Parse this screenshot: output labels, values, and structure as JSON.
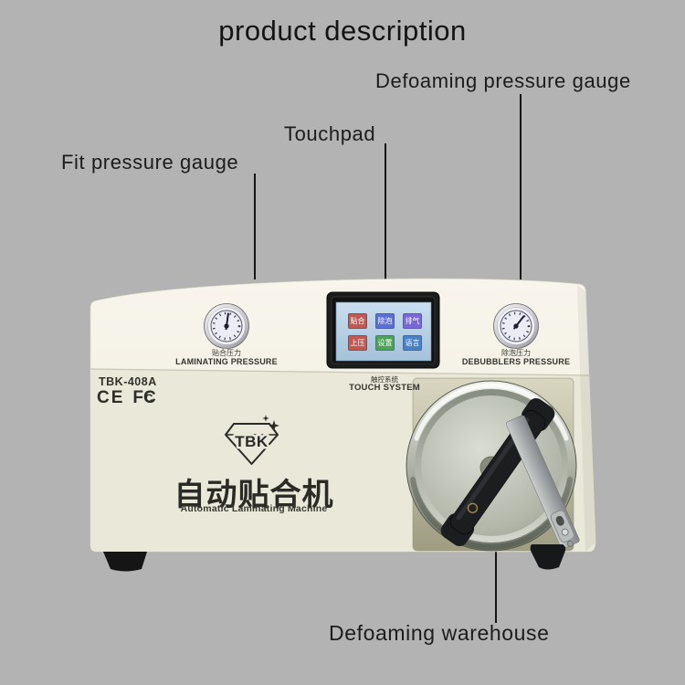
{
  "page": {
    "title": "product description",
    "background_color": "#b3b3b3"
  },
  "callouts": [
    {
      "id": "defoaming-pressure-gauge",
      "label": "Defoaming pressure gauge"
    },
    {
      "id": "touchpad",
      "label": "Touchpad"
    },
    {
      "id": "fit-pressure-gauge",
      "label": "Fit pressure gauge"
    },
    {
      "id": "defoaming-warehouse",
      "label": "Defoaming warehouse"
    }
  ],
  "machine": {
    "model": "TBK-408A",
    "brand": "TBK",
    "name_cn": "自动贴合机",
    "name_en": "Automatic Laminating Machine",
    "certifications": {
      "ce": "CE",
      "fcc_outer": "FC",
      "fcc_inner": "C"
    },
    "left_gauge": {
      "label_cn": "贴合压力",
      "label_en": "LAMINATING PRESSURE"
    },
    "right_gauge": {
      "label_cn": "除泡压力",
      "label_en": "DEBUBBLERS PRESSURE"
    },
    "touch": {
      "label_cn": "触控系统",
      "label_en": "TOUCH SYSTEM",
      "buttons": [
        {
          "label": "贴合",
          "color": "#bf5a52"
        },
        {
          "label": "除泡",
          "color": "#5b6fd6"
        },
        {
          "label": "排气",
          "color": "#7a67d9"
        },
        {
          "label": "上压",
          "color": "#bf5a52"
        },
        {
          "label": "设置",
          "color": "#4fa05a"
        },
        {
          "label": "语言",
          "color": "#4a80c4"
        }
      ]
    }
  },
  "colors": {
    "body_cream": "#f3f0e5",
    "front_face": "#eae8d9",
    "chamber_bay": "#a8a78c",
    "lid_metal": "#b4b9ac",
    "handle_black": "#1b1d1f",
    "lever_gray": "#a5a9ab",
    "screen_blue": "#b7d0e4",
    "leader_line": "#151515"
  }
}
